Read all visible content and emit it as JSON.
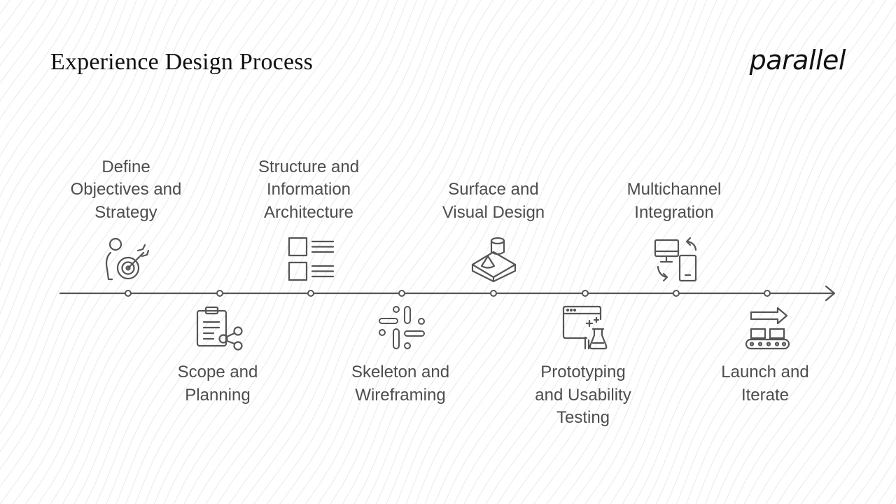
{
  "header": {
    "title": "Experience Design Process",
    "logo": "parallel"
  },
  "timeline": {
    "line_color": "#555555",
    "steps": [
      {
        "label": "Define\nObjectives and\nStrategy",
        "position": "top",
        "icon": "target-person-icon"
      },
      {
        "label": "Scope and\nPlanning",
        "position": "bottom",
        "icon": "clipboard-share-icon"
      },
      {
        "label": "Structure and\nInformation\nArchitecture",
        "position": "top",
        "icon": "list-layout-icon"
      },
      {
        "label": "Skeleton and\nWireframing",
        "position": "bottom",
        "icon": "slack-grid-icon"
      },
      {
        "label": "Surface and\nVisual Design",
        "position": "top",
        "icon": "3d-shapes-icon"
      },
      {
        "label": "Prototyping\nand Usability\nTesting",
        "position": "bottom",
        "icon": "browser-lab-icon"
      },
      {
        "label": "Multichannel\nIntegration",
        "position": "top",
        "icon": "devices-sync-icon"
      },
      {
        "label": "Launch and\nIterate",
        "position": "bottom",
        "icon": "conveyor-arrow-icon"
      }
    ]
  }
}
